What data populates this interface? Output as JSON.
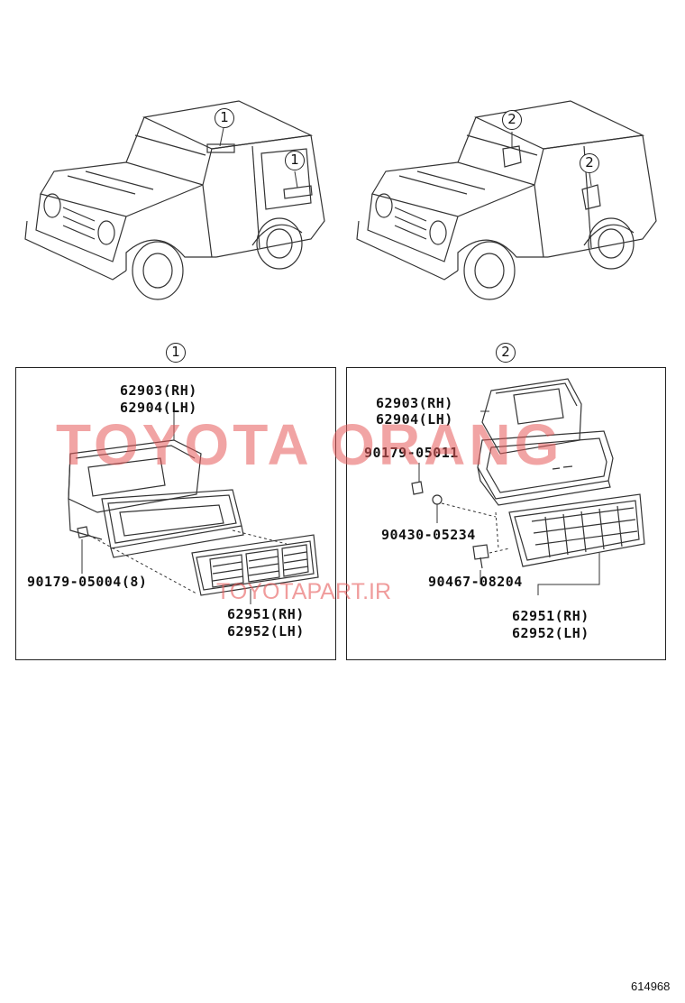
{
  "callouts": {
    "c1": "1",
    "c2": "2"
  },
  "panel1": {
    "title": "1",
    "labels": {
      "duct_rh": "62903(RH)",
      "duct_lh": "62904(LH)",
      "clip": "90179-05004(8)",
      "grille_rh": "62951(RH)",
      "grille_lh": "62952(LH)"
    }
  },
  "panel2": {
    "title": "2",
    "labels": {
      "duct_rh": "62903(RH)",
      "duct_lh": "62904(LH)",
      "nut": "90179-05011",
      "washer": "90430-05234",
      "bolt": "90467-08204",
      "grille_rh": "62951(RH)",
      "grille_lh": "62952(LH)"
    }
  },
  "watermarks": {
    "brand": "TOYOTA ORANG",
    "url": "TOYOTAPART.IR"
  },
  "figure_id": "614968",
  "colors": {
    "line": "#222222",
    "watermark": "#e65a5a"
  }
}
